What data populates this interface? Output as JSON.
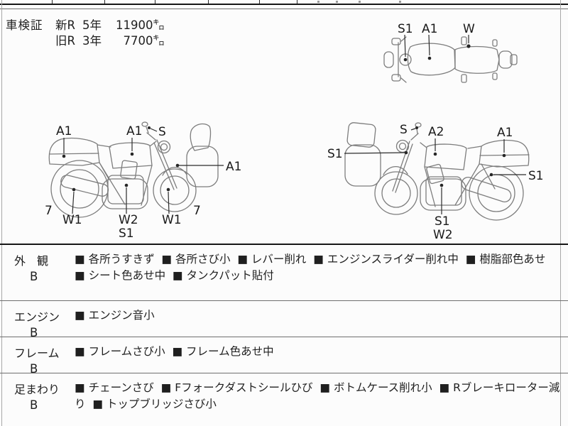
{
  "certificate": {
    "label": "車検証",
    "rows": [
      {
        "era": "新R",
        "years": "5年",
        "mileage": "11900㌔"
      },
      {
        "era": "旧R",
        "years": "3年",
        "mileage": "7700㌔"
      }
    ]
  },
  "diagram_labels": {
    "top_view": {
      "s1": "S1",
      "a1": "A1",
      "w": "W"
    },
    "left_bike": {
      "rear_a1": "A1",
      "tank_a1": "A1",
      "mirror_s": "S",
      "front_a1": "A1",
      "rear_7": "7",
      "muffler_w1": "W1",
      "engine_w2": "W2",
      "engine_s1": "S1",
      "fork_w1": "W1",
      "front_7": "7"
    },
    "right_bike": {
      "front_s1": "S1",
      "mirror_s": "S",
      "tank_a2": "A2",
      "rear_a1": "A1",
      "shock_s1": "S1",
      "engine_s1": "S1",
      "engine_w2": "W2"
    }
  },
  "inspection": {
    "bullet": "■",
    "rows": [
      {
        "label": "外　観",
        "grade": "B",
        "items": [
          "各所うすきず",
          "各所さび小",
          "レバー削れ",
          "エンジンスライダー削れ中",
          "樹脂部色あせ",
          "シート色あせ中",
          "タンクパット貼付"
        ]
      },
      {
        "label": "エンジン",
        "grade": "B",
        "items": [
          "エンジン音小"
        ]
      },
      {
        "label": "フレーム",
        "grade": "B",
        "items": [
          "フレームさび小",
          "フレーム色あせ中"
        ]
      },
      {
        "label": "足まわり",
        "grade": "B",
        "items": [
          "チェーンさび",
          "Fフォークダストシールひび",
          "ボトムケース削れ小",
          "Rブレーキローター減り",
          "トップブリッジさび小"
        ]
      }
    ]
  },
  "colors": {
    "background": "#fcfcfc",
    "rule_dark": "#161616",
    "rule_light": "#6f6f6f",
    "sketch_gray": "#7d7d7d",
    "text": "#1f1f1f"
  }
}
